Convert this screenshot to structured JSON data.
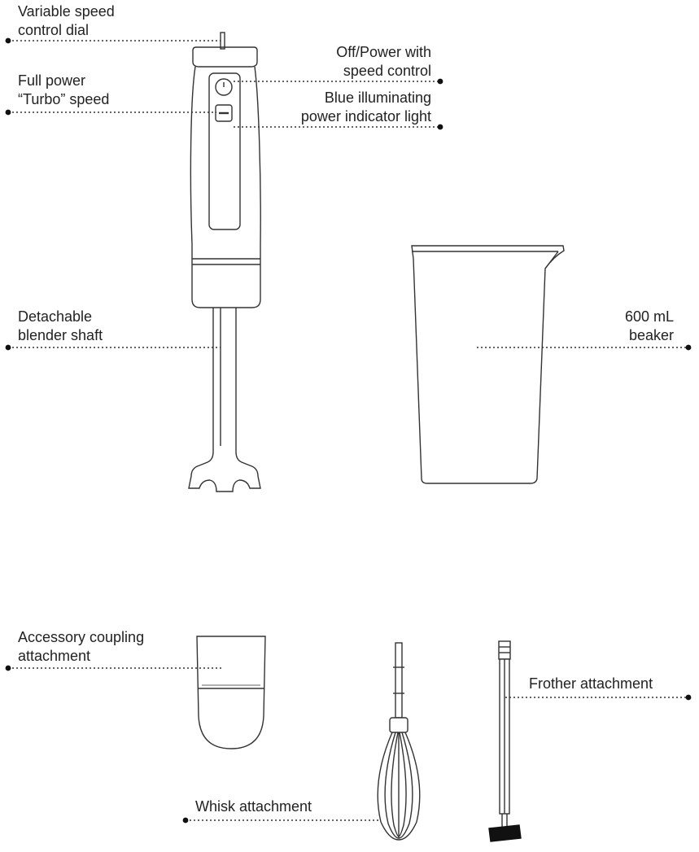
{
  "labels": {
    "speed_dial": {
      "line1": "Variable speed",
      "line2": "control dial"
    },
    "turbo": {
      "line1": "Full power",
      "line2": "“Turbo” speed"
    },
    "power": {
      "line1": "Off/Power with",
      "line2": "speed control"
    },
    "indicator": {
      "line1": "Blue illuminating",
      "line2": "power indicator light"
    },
    "shaft": {
      "line1": "Detachable",
      "line2": "blender shaft"
    },
    "beaker": {
      "line1": "600 mL",
      "line2": "beaker"
    },
    "coupling": {
      "line1": "Accessory coupling",
      "line2": "attachment"
    },
    "frother": {
      "line1": "Frother attachment"
    },
    "whisk": {
      "line1": "Whisk attachment"
    }
  },
  "colors": {
    "line": "#333333",
    "dot": "#111111"
  }
}
